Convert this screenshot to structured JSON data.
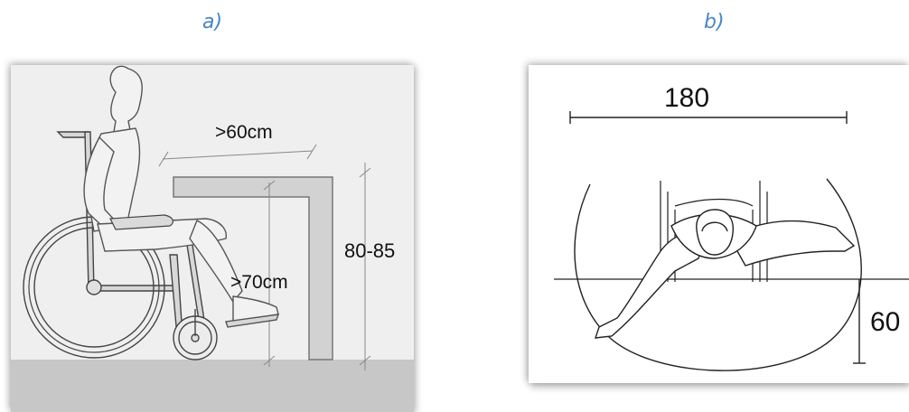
{
  "captions": {
    "a": "a)",
    "b": "b)"
  },
  "panel_a": {
    "labels": {
      "depth": ">60cm",
      "knee_clearance": ">70cm",
      "table_height": "80-85"
    }
  },
  "panel_b": {
    "labels": {
      "reach_width": "180",
      "reach_depth": "60"
    }
  },
  "colors": {
    "caption": "#4a86c5",
    "floor": "#c7c7c7",
    "table_fill": "#d2d2d2",
    "figure_fill": "#f2f2f2",
    "line": "#333333"
  }
}
